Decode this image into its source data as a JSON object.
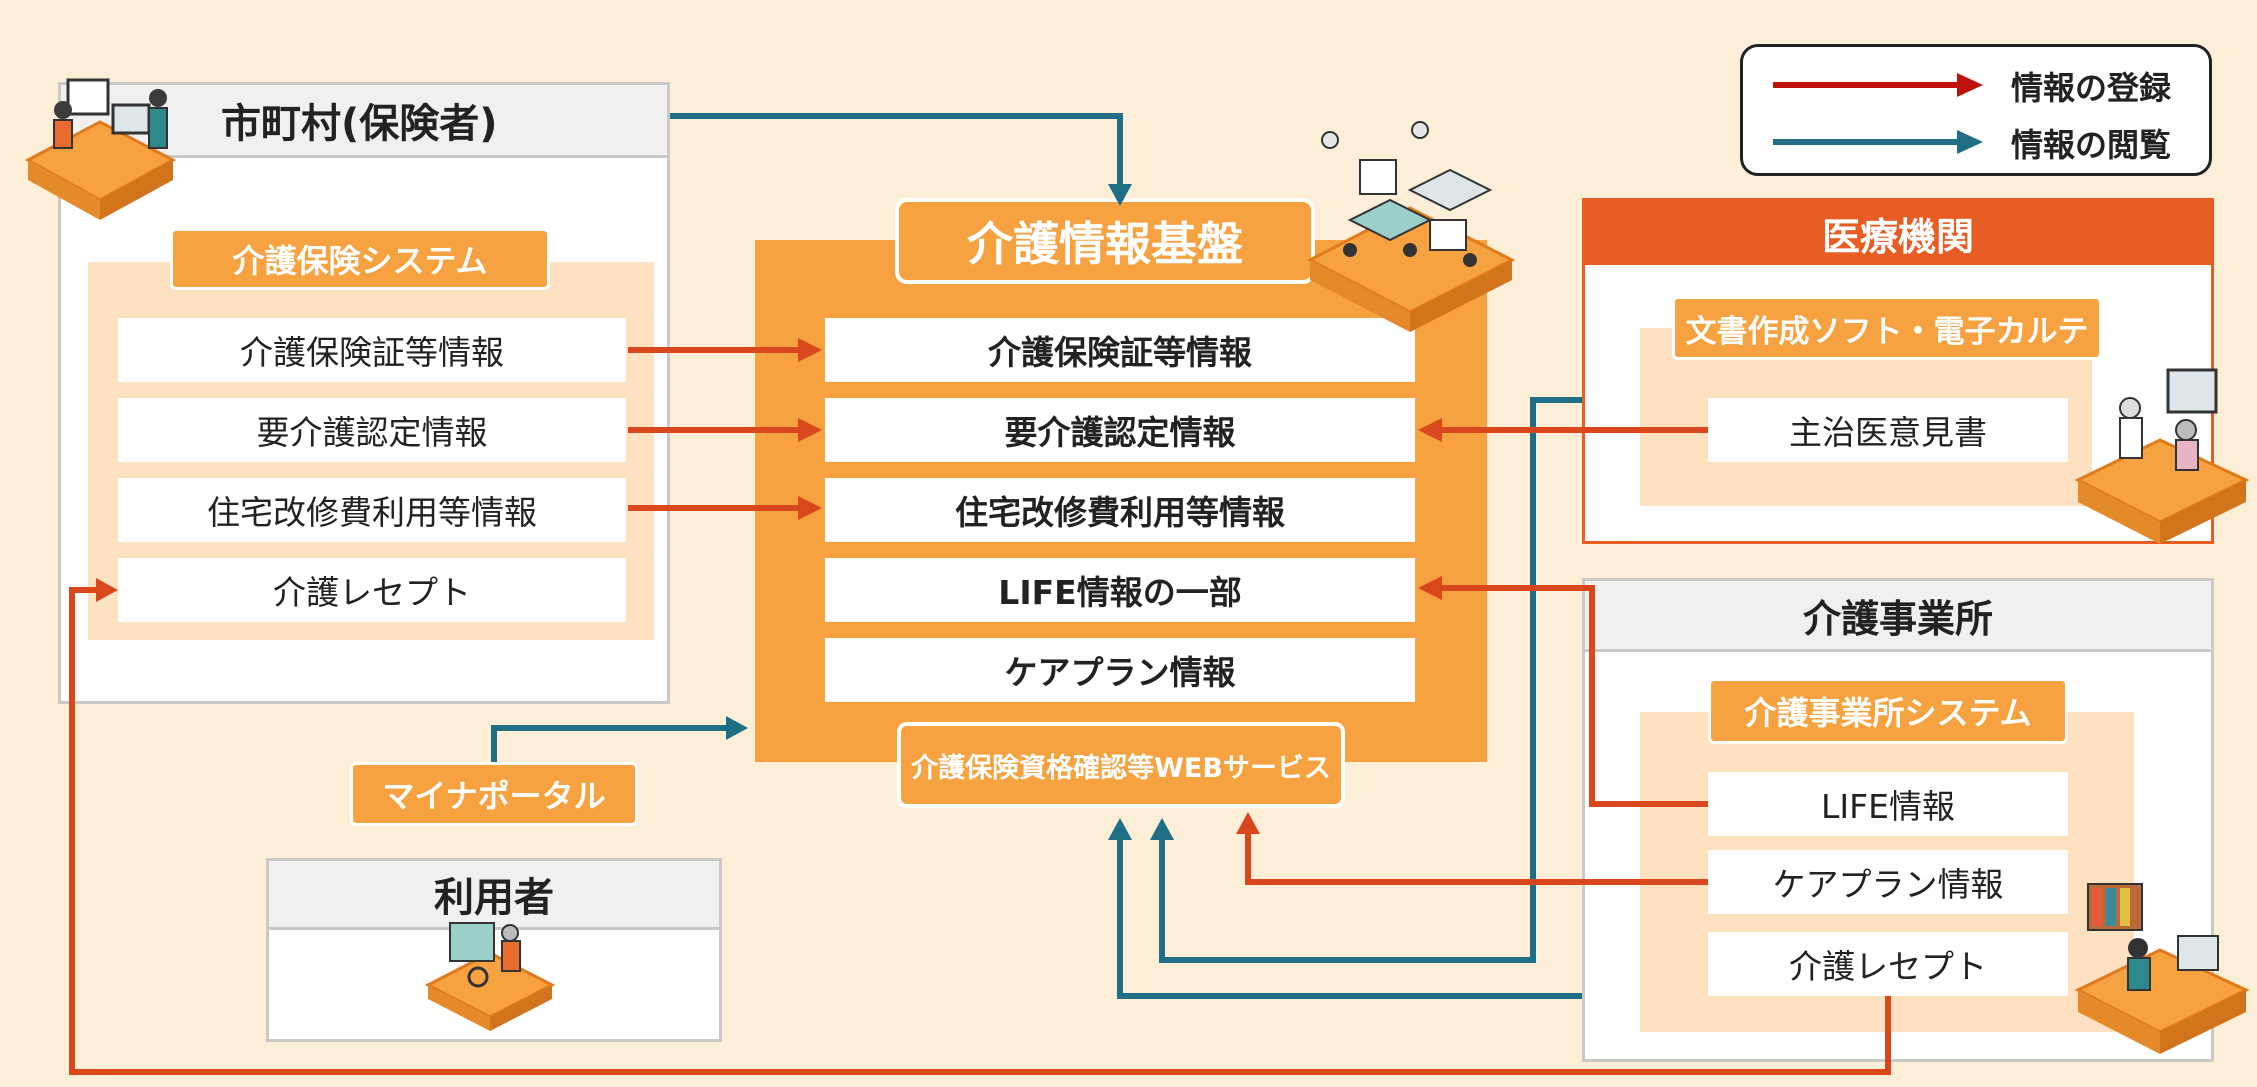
{
  "legend": {
    "register_label": "情報の登録",
    "view_label": "情報の閲覧",
    "register_color": "#c0120c",
    "view_color": "#1f6e86"
  },
  "municipality": {
    "title": "市町村(保険者)",
    "system_label": "介護保険システム",
    "items": [
      "介護保険証等情報",
      "要介護認定情報",
      "住宅改修費利用等情報",
      "介護レセプト"
    ]
  },
  "platform": {
    "title": "介護情報基盤",
    "items": [
      "介護保険証等情報",
      "要介護認定情報",
      "住宅改修費利用等情報",
      "LIFE情報の一部",
      "ケアプラン情報"
    ],
    "web_service": "介護保険資格確認等WEBサービス"
  },
  "medical": {
    "title": "医療機関",
    "system_label": "文書作成ソフト・電子カルテ",
    "items": [
      "主治医意見書"
    ]
  },
  "care_office": {
    "title": "介護事業所",
    "system_label": "介護事業所システム",
    "items": [
      "LIFE情報",
      "ケアプラン情報",
      "介護レセプト"
    ]
  },
  "portal": {
    "label": "マイナポータル"
  },
  "user": {
    "title": "利用者"
  },
  "colors": {
    "background": "#fdeed8",
    "orange": "#f7a240",
    "medical_red": "#e85d23",
    "register_arrow": "#d9481c",
    "view_arrow": "#1f6e86"
  }
}
